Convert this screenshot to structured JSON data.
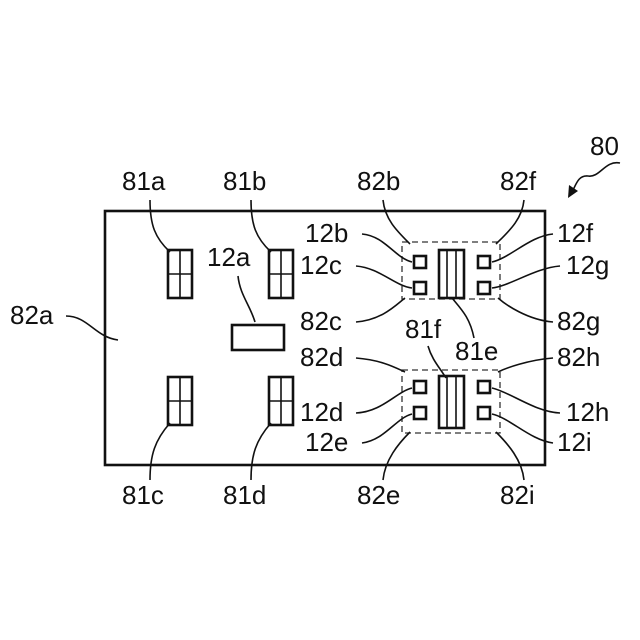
{
  "labels": {
    "l80": "80",
    "l81a": "81a",
    "l81b": "81b",
    "l81c": "81c",
    "l81d": "81d",
    "l81e": "81e",
    "l81f": "81f",
    "l82a": "82a",
    "l82b": "82b",
    "l82c": "82c",
    "l82d": "82d",
    "l82e": "82e",
    "l82f": "82f",
    "l82g": "82g",
    "l82h": "82h",
    "l82i": "82i",
    "l12a": "12a",
    "l12b": "12b",
    "l12c": "12c",
    "l12d": "12d",
    "l12e": "12e",
    "l12f": "12f",
    "l12g": "12g",
    "l12h": "12h",
    "l12i": "12i"
  }
}
